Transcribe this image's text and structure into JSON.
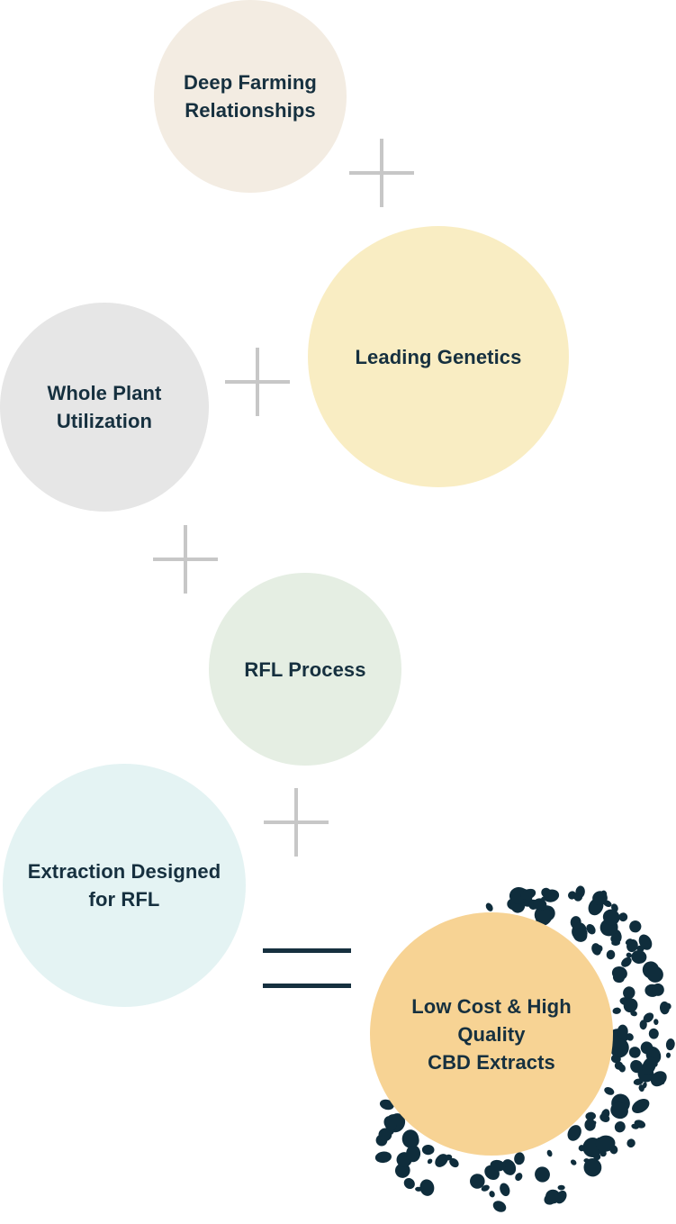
{
  "colors": {
    "text": "#16303f",
    "plus": "#c7c7c7",
    "equals": "#16303f",
    "dots": "#0f2d3c",
    "deep_farming": "#f3ece2",
    "leading_genetics": "#f9edc3",
    "whole_plant": "#e6e6e6",
    "rfl_process": "#e5eee3",
    "extraction": "#e4f3f3",
    "result": "#f7d394"
  },
  "nodes": [
    {
      "id": "deep-farming",
      "label": "Deep Farming\nRelationships",
      "color": "#f3ece2"
    },
    {
      "id": "leading-genetics",
      "label": "Leading Genetics",
      "color": "#f9edc3"
    },
    {
      "id": "whole-plant",
      "label": "Whole Plant\nUtilization",
      "color": "#e6e6e6"
    },
    {
      "id": "rfl-process",
      "label": "RFL Process",
      "color": "#e5eee3"
    },
    {
      "id": "extraction",
      "label": "Extraction Designed\nfor RFL",
      "color": "#e4f3f3"
    }
  ],
  "result": {
    "label": "Low Cost & High\nQuality\nCBD Extracts",
    "color": "#f7d394"
  },
  "operators": {
    "plus_icon": "plus-icon",
    "equals_icon": "equals-icon"
  }
}
